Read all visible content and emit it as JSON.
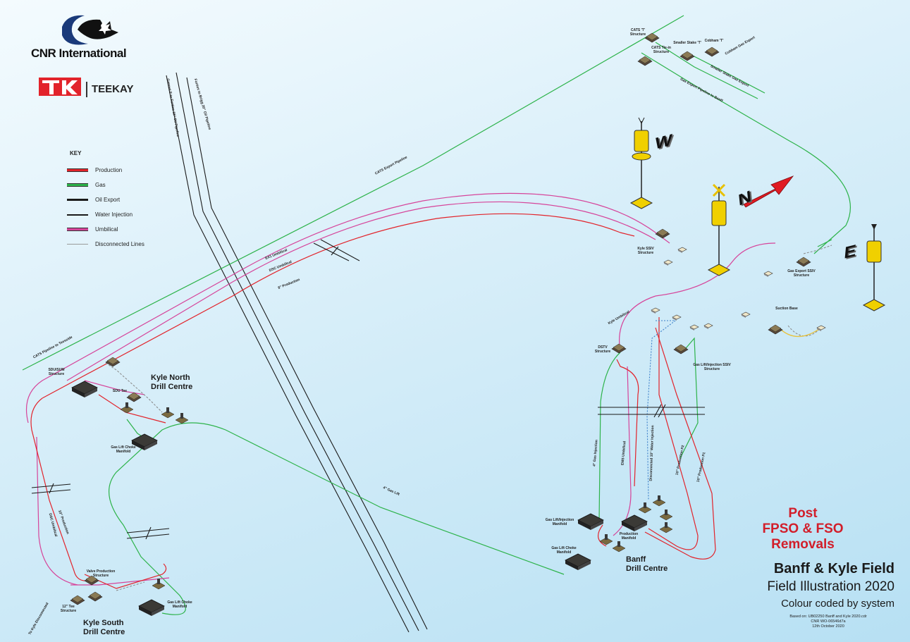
{
  "logos": {
    "cnr": "CNR International",
    "teekay": "TEEKAY"
  },
  "key": {
    "title": "KEY",
    "items": [
      {
        "label": "Production",
        "color": "#e2232b"
      },
      {
        "label": "Gas",
        "color": "#2db34a"
      },
      {
        "label": "Oil Export",
        "color": "#1a1a1a"
      },
      {
        "label": "Water Injection",
        "color": "#1a1a1a"
      },
      {
        "label": "Umbilical",
        "color": "#d6449a"
      },
      {
        "label": "Disconnected Lines",
        "color": "#9a9a9a"
      }
    ]
  },
  "title": {
    "post_line1": "Post",
    "post_line2": "FPSO & FSO",
    "post_line3": "Removals",
    "field": "Banff & Kyle Field",
    "illustration": "Field Illustration 2020",
    "colour": "Colour coded by system",
    "based1": "Based on: UB02250 Banff and Kyle 2020.cdr",
    "based2": "CNR WO-06546d7a",
    "based3": "12th October 2020"
  },
  "drill_centres": {
    "kyle_north_1": "Kyle North",
    "kyle_north_2": "Drill Centre",
    "kyle_south_1": "Kyle South",
    "kyle_south_2": "Drill Centre",
    "banff_1": "Banff",
    "banff_2": "Drill Centre"
  },
  "compass": {
    "w": "W",
    "n": "N",
    "e": "E"
  },
  "labels": {
    "cats_t": "CATS 'T' Structure",
    "cats_tie": "CATS Tie-in Structure",
    "smaller_stake": "Smaller Stake 'T'",
    "cobham": "Cobham 'T'",
    "kyle_ssiv": "Kyle SSIV Structure",
    "gas_export_ssiv": "Gas Export SSIV Structure",
    "suction_base": "Suction Base",
    "dstv": "DSTV Structure",
    "gas_lift_ssiv": "Gas Lift/Injection SSIV Structure",
    "kyle_manifold": "SDU/SUM Structure",
    "sdu_tee": "SDU Tee",
    "gas_lift_kn": "Gas Lift Choke Manifold",
    "water_prod": "Valve Production Structure",
    "tee_12": "12\" Tee Structure",
    "gas_lift_ks": "Gas Lift Choke Manifold",
    "gas_inj_manifold": "Gas Lift/Injection Manifold",
    "gas_lift_banff": "Gas Lift Choke Manifold",
    "prod_manifold": "Production Manifold"
  },
  "pipelines": {
    "cats_export": "CATS Export Pipeline",
    "cats_teeside": "CATS Pipeline to Teesside",
    "forties": "Forties to Brigg 20\" Oil Pipeline",
    "gannet": "Gannet E to Forties 16\" Oil Pipeline",
    "gas_export_banff": "Gas Export Pipeline to Banff",
    "smaller_stake_export": "Smaller Stake Gas Export",
    "cobham_export": "Cobham Gas Export",
    "umb_ex1": "EX1 Umbilical",
    "umb_dsc": "DSC Umbilical",
    "prod_8": "8\" Production",
    "gas_lift_4": "4\" Gas Lift",
    "gas_inj_4": "4\" Gas Injection",
    "ems_umb": "EMS Umbilical",
    "disconnected_water": "Disconnected 10\" Water Injection",
    "prod_10_p2": "10\" Production P2",
    "prod_10_p1": "10\" Production P1",
    "prod_10_ks": "10\" Production",
    "dsc_umb_ks": "DSC Umbilical",
    "umb_kyle": "Kyle Umbilical",
    "kyle_umb_banff": "Kyle Umbilical",
    "ks_disconnected": "To Kyle Disconnected"
  }
}
